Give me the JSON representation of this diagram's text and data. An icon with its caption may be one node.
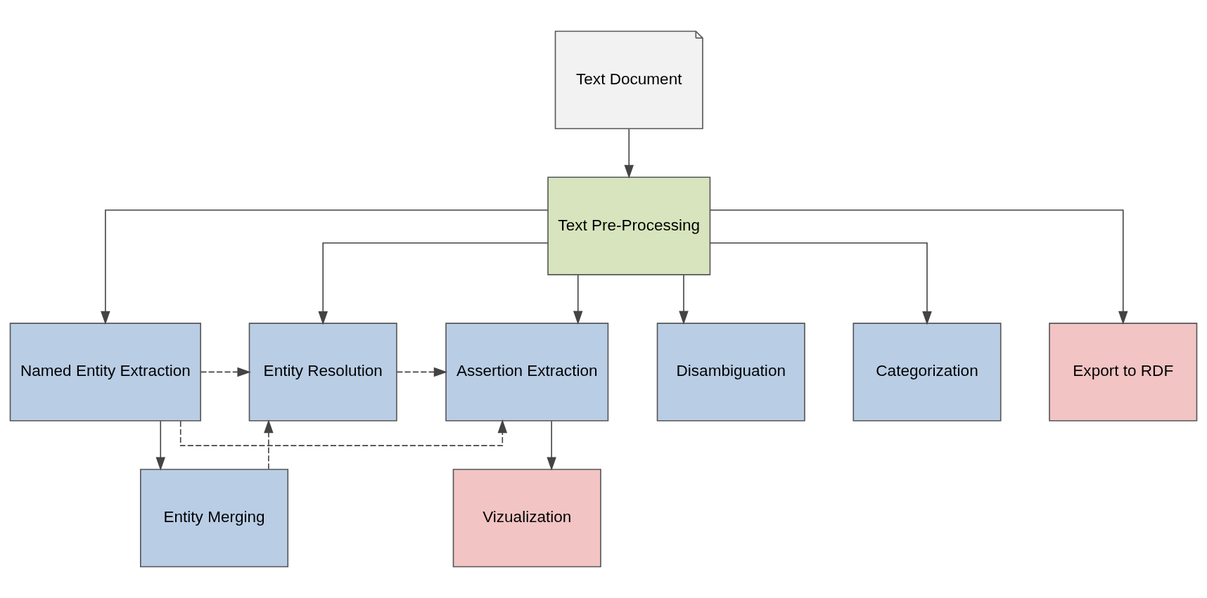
{
  "diagram": {
    "nodes": [
      {
        "text": [
          "Text Document"
        ]
      },
      {
        "text": [
          "Text Pre-Processing"
        ]
      },
      {
        "text": [
          "Named Entity Extraction"
        ]
      },
      {
        "text": [
          "Entity Resolution"
        ]
      },
      {
        "text": [
          "Assertion Extraction"
        ]
      },
      {
        "text": [
          "Disambiguation"
        ]
      },
      {
        "text": [
          "Categorization"
        ]
      },
      {
        "text": [
          "Export to RDF"
        ]
      },
      {
        "text": [
          "Entity Merging"
        ]
      },
      {
        "text": [
          "Vizualization"
        ]
      }
    ],
    "edges": [
      {
        "from": 0,
        "to": 1,
        "arrow": "to"
      },
      {
        "from": 1,
        "to": 2,
        "arrow": "to"
      },
      {
        "from": 1,
        "to": 3,
        "arrow": "to"
      },
      {
        "from": 1,
        "to": 4,
        "arrow": "to"
      },
      {
        "from": 1,
        "to": 5,
        "arrow": "to"
      },
      {
        "from": 1,
        "to": 6,
        "arrow": "to"
      },
      {
        "from": 1,
        "to": 7,
        "arrow": "to"
      },
      {
        "from": 2,
        "to": 3,
        "arrow": "to",
        "style": "dashed"
      },
      {
        "from": 3,
        "to": 4,
        "arrow": "to",
        "style": "dashed"
      },
      {
        "from": 2,
        "to": 8,
        "arrow": "to"
      },
      {
        "from": 2,
        "to": 4,
        "arrow": "to",
        "style": "dashed"
      },
      {
        "from": 8,
        "to": 3,
        "arrow": "to",
        "style": "dashed"
      },
      {
        "from": 4,
        "to": 9,
        "arrow": "to"
      }
    ]
  }
}
